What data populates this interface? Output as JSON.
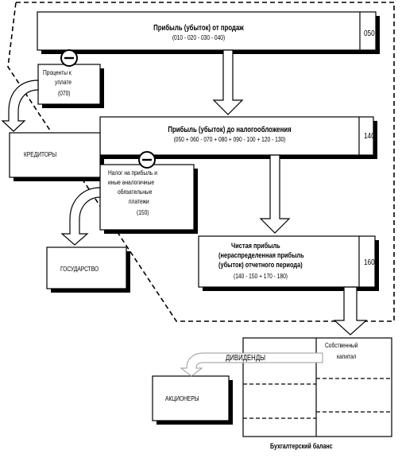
{
  "profit_sales": {
    "title": "Прибыль (убыток) от продаж",
    "formula": "(010 - 020 - 030 - 040)",
    "code": "050"
  },
  "profit_before_tax": {
    "title": "Прибыль (убыток) до налогообложения",
    "formula": "(050 + 060 - 070 + 080 + 090 - 100 + 120 - 130)",
    "code": "140"
  },
  "net_profit": {
    "line1": "Чистая прибыль",
    "line2": "(нераспределенная прибыль",
    "line3": "(убыток) отчетного периода)",
    "formula": "(140 - 150 + 170 - 180)",
    "code": "160"
  },
  "interest": {
    "line1": "Проценты к",
    "line2": "уплате",
    "line3": "(070)"
  },
  "tax": {
    "line1": "Налог на прибыль и",
    "line2": "иные аналогичные",
    "line3": "обязательные",
    "line4": "платежи",
    "line5": "(150)"
  },
  "creditors": "КРЕДИТОРЫ",
  "state": "ГОСУДАРСТВО",
  "shareholders": "АКЦИОНЕРЫ",
  "dividends": "ДИВИДЕНДЫ",
  "equity": {
    "line1": "Собственный",
    "line2": "капитал"
  },
  "balance": "Бухгалтерский баланс"
}
